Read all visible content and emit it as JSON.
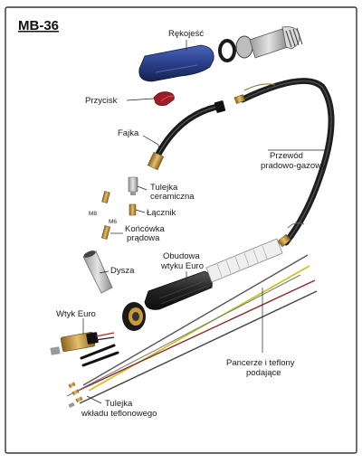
{
  "title": "MB-36",
  "labels": {
    "handle": "Rękojeść",
    "trigger": "Przycisk",
    "neck": "Fajka",
    "cable": "Przewód",
    "cable2": "pradowo-gazowy",
    "diffuser": "Tulejka",
    "diffuser2": "ceramiczna",
    "connector": "Łącznik",
    "tip": "Końcówka",
    "tip2": "prądowa",
    "nozzle": "Dysza",
    "euro_housing": "Obudowa",
    "euro_housing2": "wtyku Euro",
    "euro_plug": "Wtyk Euro",
    "liners": "Pancerze i teflony",
    "liners2": "podające",
    "liner_sleeve": "Tulejka",
    "liner_sleeve2": "wkładu teflonowego",
    "m8": "M8",
    "m6": "M6"
  },
  "colors": {
    "frame": "#333333",
    "handle_blue": "#2a3f8a",
    "trigger_red": "#a01c28",
    "cable_dark": "#2c2c2c",
    "brass": "#c99a3a",
    "yellow_liner": "#c8c21e",
    "red_liner": "#8a2a2a"
  }
}
